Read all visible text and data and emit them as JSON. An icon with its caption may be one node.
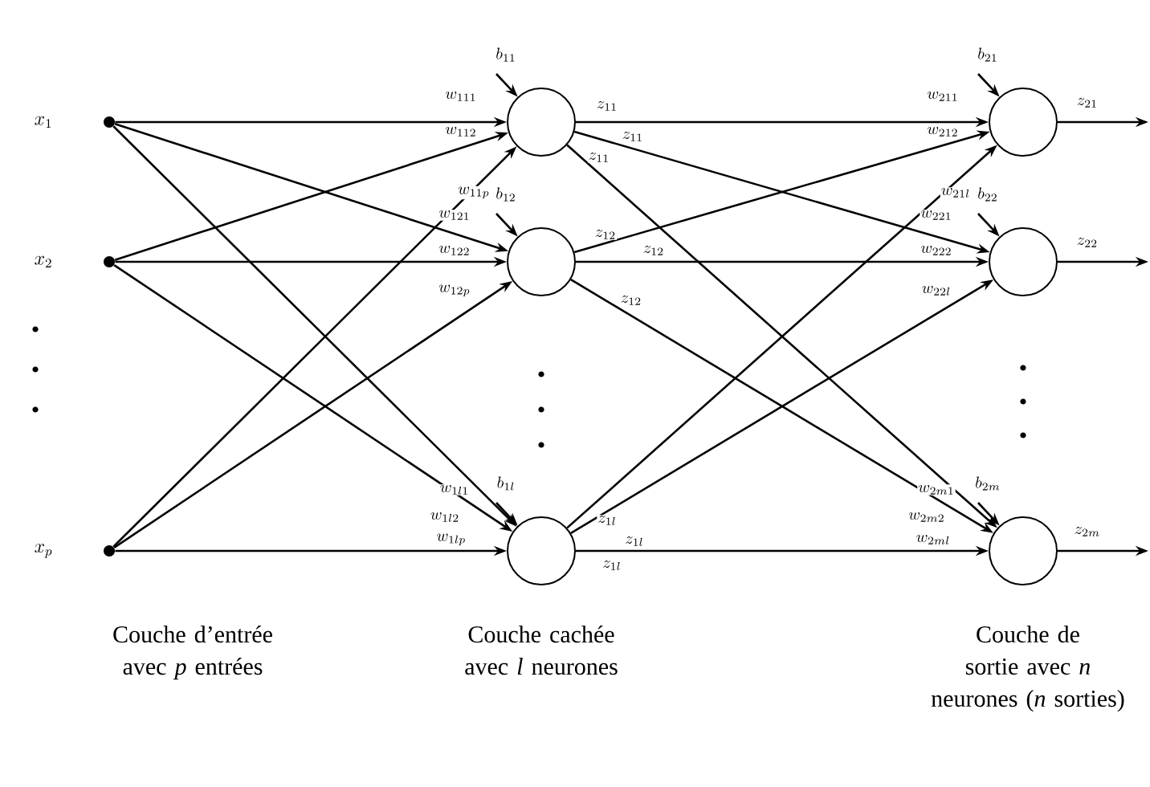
{
  "diagram": {
    "nodes": [
      {
        "text": [
          "x_{1}"
        ]
      },
      {
        "text": [
          "x_{2}"
        ]
      },
      {
        "text": [
          "x_{p}"
        ]
      },
      {
        "text": [],
        "shape": "circle",
        "beside": [
          "z_{11}",
          "z_{11}",
          "z_{11}"
        ]
      },
      {
        "text": [],
        "shape": "circle",
        "beside": [
          "z_{12}",
          "z_{12}",
          "z_{12}"
        ]
      },
      {
        "text": [],
        "shape": "circle",
        "beside": [
          "z_{1l}",
          "z_{1l}",
          "z_{1l}"
        ]
      },
      {
        "text": [],
        "shape": "circle"
      },
      {
        "text": [],
        "shape": "circle"
      },
      {
        "text": [],
        "shape": "circle"
      }
    ],
    "edges": [
      {
        "from": 0,
        "to": 3,
        "arrow": "to",
        "label": "w_{111}"
      },
      {
        "from": 1,
        "to": 3,
        "arrow": "to",
        "label": "w_{112}"
      },
      {
        "from": 2,
        "to": 3,
        "arrow": "to",
        "label": "w_{11p}"
      },
      {
        "from": 0,
        "to": 4,
        "arrow": "to",
        "label": "w_{121}"
      },
      {
        "from": 1,
        "to": 4,
        "arrow": "to",
        "label": "w_{122}"
      },
      {
        "from": 2,
        "to": 4,
        "arrow": "to",
        "label": "w_{12p}"
      },
      {
        "from": 0,
        "to": 5,
        "arrow": "to",
        "label": "w_{1l1}"
      },
      {
        "from": 1,
        "to": 5,
        "arrow": "to",
        "label": "w_{1l2}"
      },
      {
        "from": 2,
        "to": 5,
        "arrow": "to",
        "label": "w_{1lp}"
      },
      {
        "from": 3,
        "to": 6,
        "arrow": "to",
        "label": "w_{211}"
      },
      {
        "from": 4,
        "to": 6,
        "arrow": "to",
        "label": "w_{212}"
      },
      {
        "from": 5,
        "to": 6,
        "arrow": "to",
        "label": "w_{21l}"
      },
      {
        "from": 3,
        "to": 7,
        "arrow": "to",
        "label": "w_{221}"
      },
      {
        "from": 4,
        "to": 7,
        "arrow": "to",
        "label": "w_{222}"
      },
      {
        "from": 5,
        "to": 7,
        "arrow": "to",
        "label": "w_{22l}"
      },
      {
        "from": 3,
        "to": 8,
        "arrow": "to",
        "label": "w_{2m1}"
      },
      {
        "from": 4,
        "to": 8,
        "arrow": "to",
        "label": "w_{2m2}"
      },
      {
        "from": 5,
        "to": 8,
        "arrow": "to",
        "label": "w_{2ml}"
      },
      {
        "from": null,
        "to": 3,
        "arrow": "to",
        "label": "b_{11}"
      },
      {
        "from": null,
        "to": 4,
        "arrow": "to",
        "label": "b_{12}"
      },
      {
        "from": null,
        "to": 5,
        "arrow": "to",
        "label": "b_{1l}"
      },
      {
        "from": null,
        "to": 6,
        "arrow": "to",
        "label": "b_{21}"
      },
      {
        "from": null,
        "to": 7,
        "arrow": "to",
        "label": "b_{22}"
      },
      {
        "from": null,
        "to": 8,
        "arrow": "to",
        "label": "b_{2m}"
      },
      {
        "from": 6,
        "to": null,
        "arrow": "to",
        "label": "z_{21}"
      },
      {
        "from": 7,
        "to": null,
        "arrow": "to",
        "label": "z_{22}"
      },
      {
        "from": 8,
        "to": null,
        "arrow": "to",
        "label": "z_{2m}"
      }
    ],
    "labels": [
      "Couche d’entrée avec *p* entrées",
      "Couche cachée avec *l* neurones",
      "Couche de sortie avec *n* neurones (*n* sorties)"
    ]
  }
}
